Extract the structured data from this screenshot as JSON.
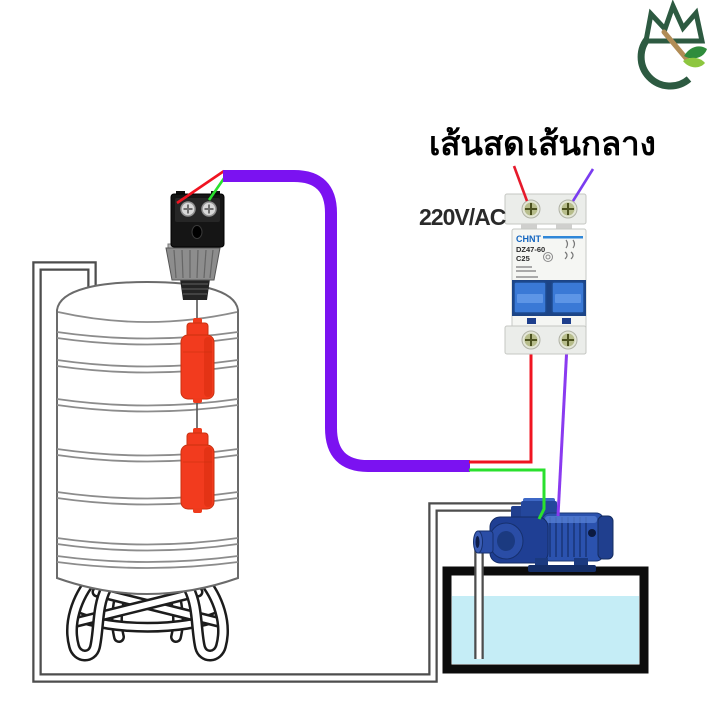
{
  "annotations": {
    "live_label": "เส้นสด",
    "neutral_label": "เส้นกลาง",
    "voltage_label": "220V/AC"
  },
  "breaker": {
    "brand": "CHNT",
    "model": "DZ47-60",
    "rating": "C25"
  },
  "colors": {
    "cable_purple": "#7b12f1",
    "wire_red": "#f01421",
    "wire_green": "#2ae02e",
    "wire_neutral": "#8a3af0",
    "float_red": "#f23b1e",
    "water_blue": "#c5edf6",
    "pump_blue": "#2b52ae",
    "toggle_blue": "#3a79d6",
    "logo_green": "#2d5a41"
  }
}
